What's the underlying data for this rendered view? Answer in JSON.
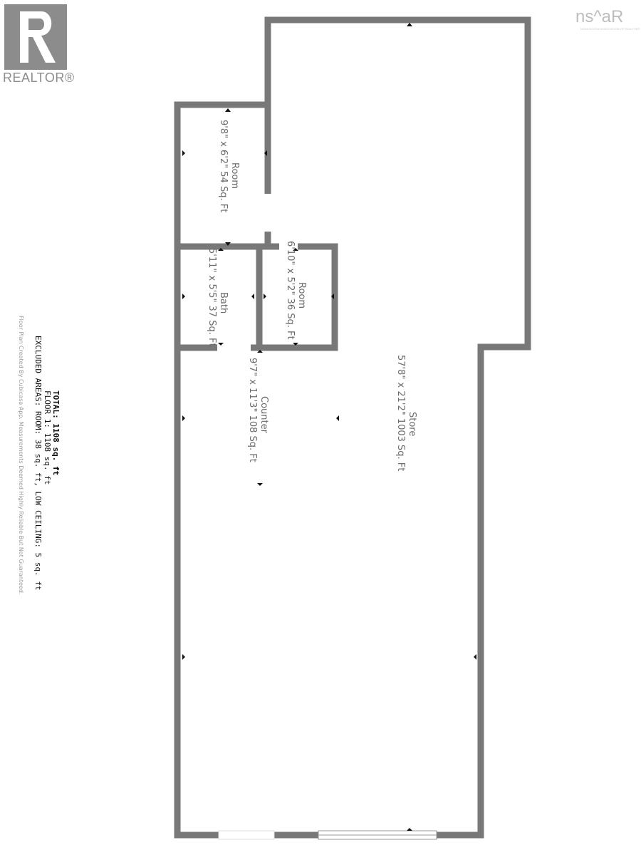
{
  "logos": {
    "realtor": "REALTOR®",
    "nsar": "ns^aR",
    "nsar_sub": "NOVA SCOTIA ASSOCIATION OF REALTORS"
  },
  "rooms": [
    {
      "name": "Room",
      "dims": "9'8\" x 6'2\" 54 Sq. Ft"
    },
    {
      "name": "Bath",
      "dims": "5'11\" x 5'5\" 37 Sq. Ft"
    },
    {
      "name": "Room",
      "dims": "6'10\" x 5'2\" 36 Sq. Ft"
    },
    {
      "name": "Counter",
      "dims": "9'7\" x 11'3\" 108 Sq. Ft"
    },
    {
      "name": "Store",
      "dims": "57'8\" x 21'2\" 1003 Sq. Ft"
    }
  ],
  "summary": {
    "total": "TOTAL: 1108 sq. ft",
    "floor1": "FLOOR 1: 1108 sq. ft",
    "excluded": "EXCLUDED AREAS: ROOM: 38 sq. ft, LOW CEILING: 5 sq. ft",
    "disclaimer": "Floor Plan Created By Cubicasa App. Measurements Deemed Highly Reliable But Not Guaranteed."
  },
  "colors": {
    "wall": "#787878"
  }
}
